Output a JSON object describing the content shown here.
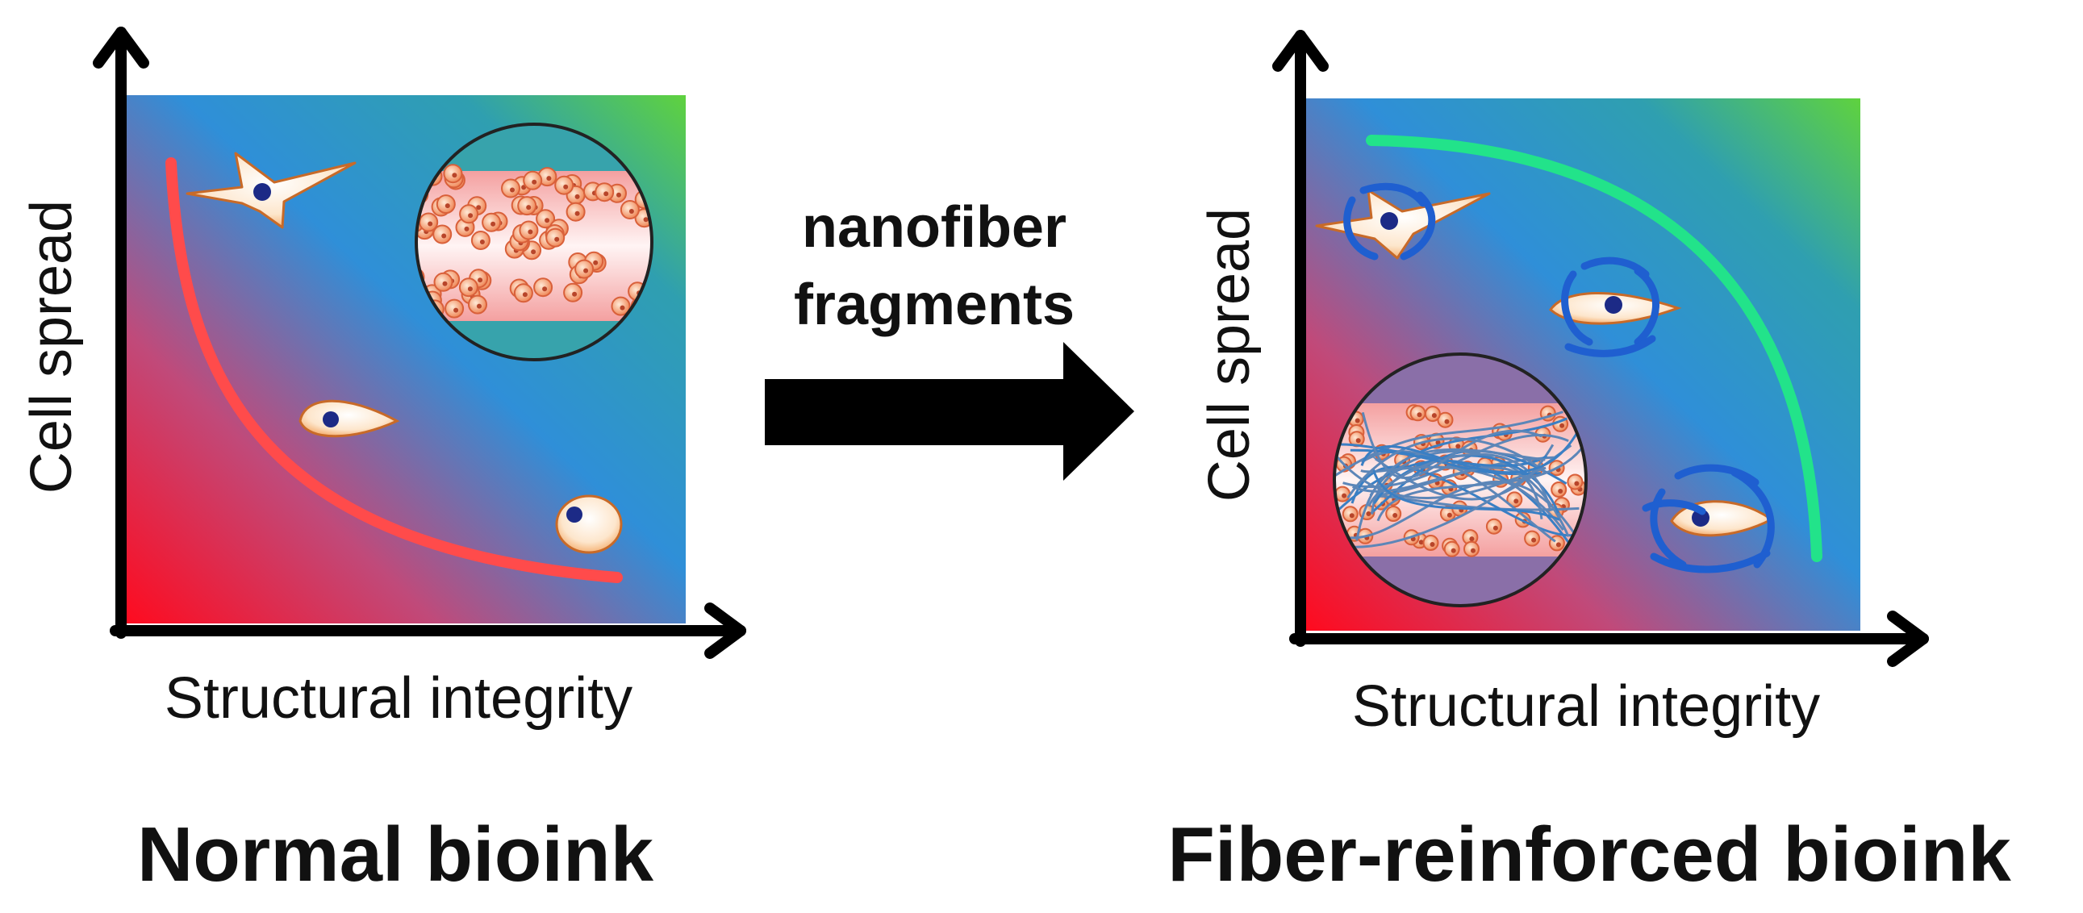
{
  "transition": {
    "line1": "nanofiber",
    "line2": "fragments"
  },
  "left_panel": {
    "y_label": "Cell spread",
    "x_label": "Structural integrity",
    "caption": "Normal bioink"
  },
  "right_panel": {
    "y_label": "Cell spread",
    "x_label": "Structural integrity",
    "caption": "Fiber-reinforced bioink"
  },
  "colors": {
    "gradient_low": "#ff0a1e",
    "gradient_mid": "#2f8fd8",
    "gradient_high": "#5fd23e",
    "normal_curve": "#ff4b4b",
    "reinforced_curve": "#22e38a",
    "cell_body": "#f6a45c",
    "nucleus": "#1c2a86",
    "fiber": "#1f5fd0"
  }
}
